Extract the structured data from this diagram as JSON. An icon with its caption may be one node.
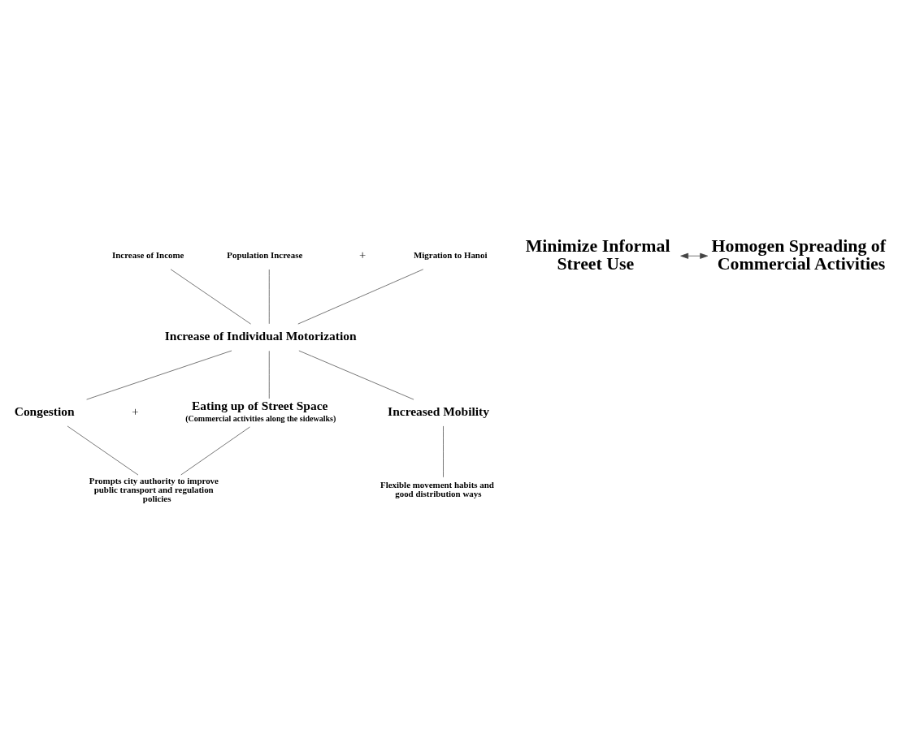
{
  "diagram": {
    "nodes": [
      {
        "text": [
          "Increase of Income"
        ]
      },
      {
        "text": [
          "Population Increase"
        ]
      },
      {
        "text": [
          "Migration to Hanoi"
        ]
      },
      {
        "text": [
          "Increase of Individual Motorization"
        ]
      },
      {
        "text": [
          "Congestion"
        ]
      },
      {
        "text": [
          "Eating up of Street Space",
          "(Commercial activities along the sidewalks)"
        ]
      },
      {
        "text": [
          "Increased Mobility"
        ]
      },
      {
        "text": [
          "Prompts city authority to improve public transport and regulation policies"
        ]
      },
      {
        "text": [
          "Flexible movement habits and good distribution ways"
        ]
      },
      {
        "text": [
          "Minimize Informal Street Use"
        ]
      },
      {
        "text": [
          "Homogen Spreading of Commercial Activities"
        ]
      }
    ],
    "edges": [
      {
        "from": 0,
        "to": 3,
        "arrow": "none"
      },
      {
        "from": 1,
        "to": 3,
        "arrow": "none"
      },
      {
        "from": 2,
        "to": 3,
        "arrow": "none"
      },
      {
        "from": 3,
        "to": 4,
        "arrow": "none"
      },
      {
        "from": 3,
        "to": 5,
        "arrow": "none"
      },
      {
        "from": 3,
        "to": 6,
        "arrow": "none"
      },
      {
        "from": 4,
        "to": 7,
        "arrow": "none"
      },
      {
        "from": 5,
        "to": 7,
        "arrow": "none"
      },
      {
        "from": 6,
        "to": 8,
        "arrow": "none"
      },
      {
        "from": 9,
        "to": 10,
        "arrow": "both"
      }
    ],
    "labels": [
      "+",
      "+"
    ]
  }
}
